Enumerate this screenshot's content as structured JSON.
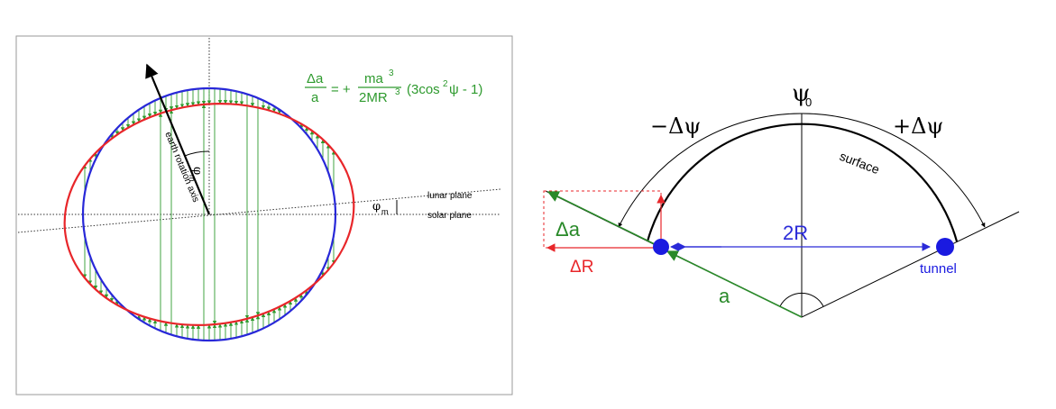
{
  "left_panel": {
    "formula": {
      "lhs_num": "Δa",
      "lhs_den": "a",
      "equals": "= +",
      "rhs_num_base": "ma",
      "rhs_num_exp": "3",
      "rhs_den_base": "2MR",
      "rhs_den_exp": "3",
      "paren_part1": "(3cos",
      "paren_exp": "2",
      "paren_part2": "ψ - 1)"
    },
    "labels": {
      "earth_axis": "earth rotation axis",
      "angle_greek": "φ",
      "angle_sub": "m",
      "lunar_plane": "lunar plane",
      "solar_plane": "solar plane"
    },
    "colors": {
      "tidal_ellipse": "#e8262a",
      "earth_circle": "#2828d8",
      "arrows": "#2e9a2e",
      "axis": "#000000"
    }
  },
  "right_panel": {
    "labels": {
      "psi0_symbol": "ψ",
      "psi0_sub": "0",
      "minus_dpsi": "−Δψ",
      "plus_dpsi": "+Δψ",
      "surface": "surface",
      "delta_a": "Δa",
      "delta_r": "ΔR",
      "two_r": "2R",
      "tunnel": "tunnel",
      "a": "a"
    },
    "colors": {
      "two_r_arrow": "#2a2ad8",
      "delta_r": "#e8262a",
      "a_vector": "#2a8a2a",
      "dots": "#1a1ae0"
    }
  }
}
